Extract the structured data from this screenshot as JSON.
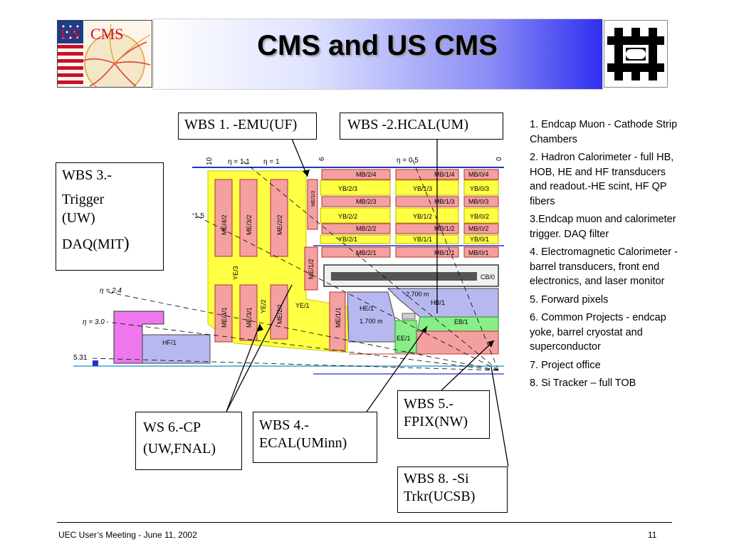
{
  "title": "CMS and US CMS",
  "logo_left": {
    "text_us": "US",
    "text_cms": "CMS"
  },
  "wbs_boxes": {
    "emu": "WBS 1. -EMU(UF)",
    "hcal": "WBS -2.HCAL(UM)",
    "trigger_l1": "WBS 3.-",
    "trigger_l2": "Trigger",
    "trigger_l3": "(UW)",
    "trigger_l4": "DAQ(MIT",
    "trigger_l4b": ")",
    "cp_l1": "WS 6.-CP",
    "cp_l2": "(UW,FNAL)",
    "ecal_l1": "WBS 4.-",
    "ecal_l2": "ECAL(UMinn)",
    "fpix_l1": "WBS 5.-",
    "fpix_l2": "FPIX(NW)",
    "si_l1": "WBS 8. -Si",
    "si_l2": "Trkr(UCSB)"
  },
  "notes": [
    "1. Endcap Muon - Cathode Strip Chambers",
    "2. Hadron Calorimeter - full HB, HOB, HE and HF transducers and readout.-HE scint, HF QP fibers",
    "3.Endcap muon and calorimeter trigger. DAQ filter",
    "4. Electromagnetic Calorimeter - barrel transducers, front end electronics, and laser monitor",
    "5. Forward pixels",
    "6. Common Projects - endcap yoke, barrel cryostat and superconductor",
    "7. Project office",
    "8. Si Tracker – full TOB"
  ],
  "diagram": {
    "eta_11": "η = 1.1",
    "eta_1": "η = 1",
    "eta_05": "η = 0.5",
    "eta_24": "η = 2.4",
    "eta_30": "η = 3.0",
    "eta_531": "η = 5.31",
    "tick_10": "10",
    "tick_6": "6",
    "tick_0": "0",
    "tick_15": "1.5",
    "mb24": "MB/2/4",
    "mb14": "MB/1/4",
    "mb04": "MB/0/4",
    "yb23": "YB/2/3",
    "yb13": "YB/1/3",
    "yb03": "YB/0/3",
    "mb23": "MB/2/3",
    "mb13": "MB/1/3",
    "mb03": "MB/0/3",
    "yb22": "YB/2/2",
    "yb12": "YB/1/2",
    "yb02": "YB/0/2",
    "mb22": "MB/2/2",
    "mb12": "MB/1/2",
    "mb02": "MB/0/2",
    "yb21": "YB/2/1",
    "yb11": "YB/1/1",
    "yb01": "YB/0/1",
    "mb21": "MB/2/1",
    "mb11": "MB/1/1",
    "mb01": "MB/0/1",
    "cb0": "CB/0",
    "me42": "ME/4/2",
    "me32": "ME/3/2",
    "me22": "ME/2/2",
    "me13": "ME/1/3",
    "me12": "ME/1/2",
    "me41": "ME/4/1",
    "me31": "ME/3/1",
    "me21": "ME/2/1",
    "me11": "ME/1/1",
    "ye3": "YE/3",
    "ye2": "YE/2",
    "ye1": "YE/1",
    "he1": "HE/1",
    "hb1": "HB/1",
    "eb1": "EB/1",
    "ee1": "EE/1",
    "hf1": "HF/1",
    "dim_2700": "2.700 m",
    "dim_1700": "1.700 m"
  },
  "footer": {
    "left": "UEC User’s Meeting - June 11, 2002",
    "right": "11"
  }
}
